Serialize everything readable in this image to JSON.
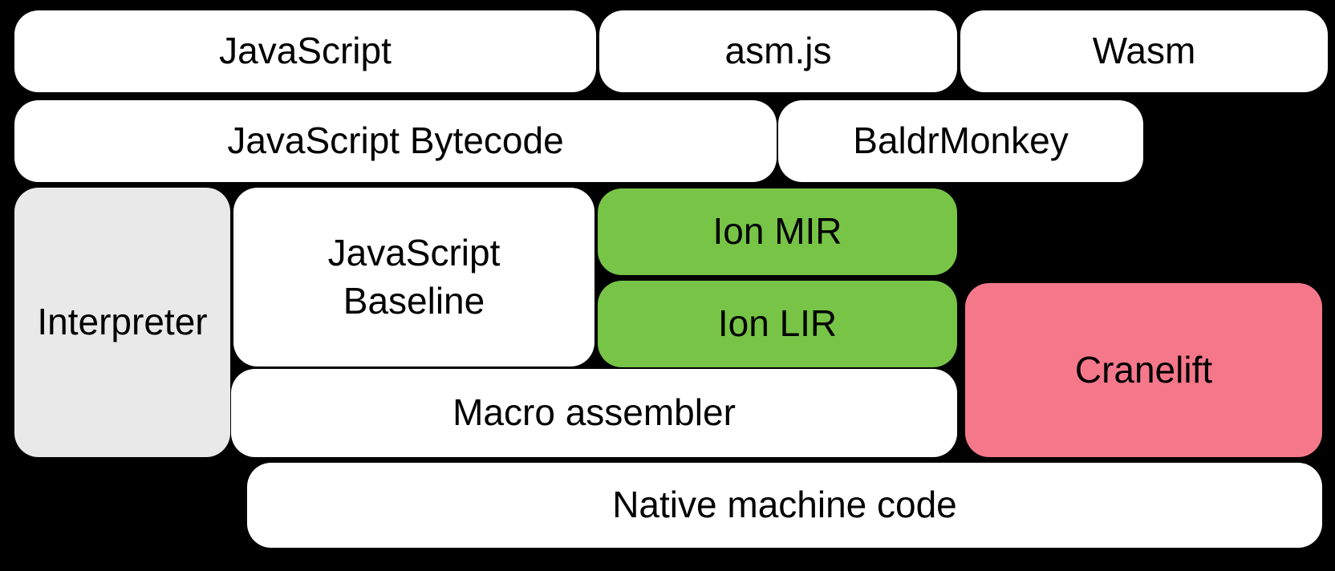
{
  "background": "#000000",
  "palette": {
    "node_white": "#ffffff",
    "node_gray": "#e9e9e9",
    "node_green": "#77c447",
    "node_pink": "#f5788a",
    "text": "#000000"
  },
  "nodes": [
    {
      "id": "javascript",
      "label": "JavaScript",
      "color": "#ffffff"
    },
    {
      "id": "asmjs",
      "label": "asm.js",
      "color": "#ffffff"
    },
    {
      "id": "wasm",
      "label": "Wasm",
      "color": "#ffffff"
    },
    {
      "id": "javascript-bytecode",
      "label": "JavaScript Bytecode",
      "color": "#ffffff"
    },
    {
      "id": "baldrmonkey",
      "label": "BaldrMonkey",
      "color": "#ffffff"
    },
    {
      "id": "interpreter",
      "label": "Interpreter",
      "color": "#e9e9e9"
    },
    {
      "id": "javascript-baseline",
      "label": "JavaScript\nBaseline",
      "color": "#ffffff"
    },
    {
      "id": "ion-mir",
      "label": "Ion MIR",
      "color": "#77c447"
    },
    {
      "id": "ion-lir",
      "label": "Ion LIR",
      "color": "#77c447"
    },
    {
      "id": "cranelift",
      "label": "Cranelift",
      "color": "#f5788a"
    },
    {
      "id": "macro-assembler",
      "label": "Macro assembler",
      "color": "#ffffff"
    },
    {
      "id": "native-machine-code",
      "label": "Native machine code",
      "color": "#ffffff"
    }
  ]
}
